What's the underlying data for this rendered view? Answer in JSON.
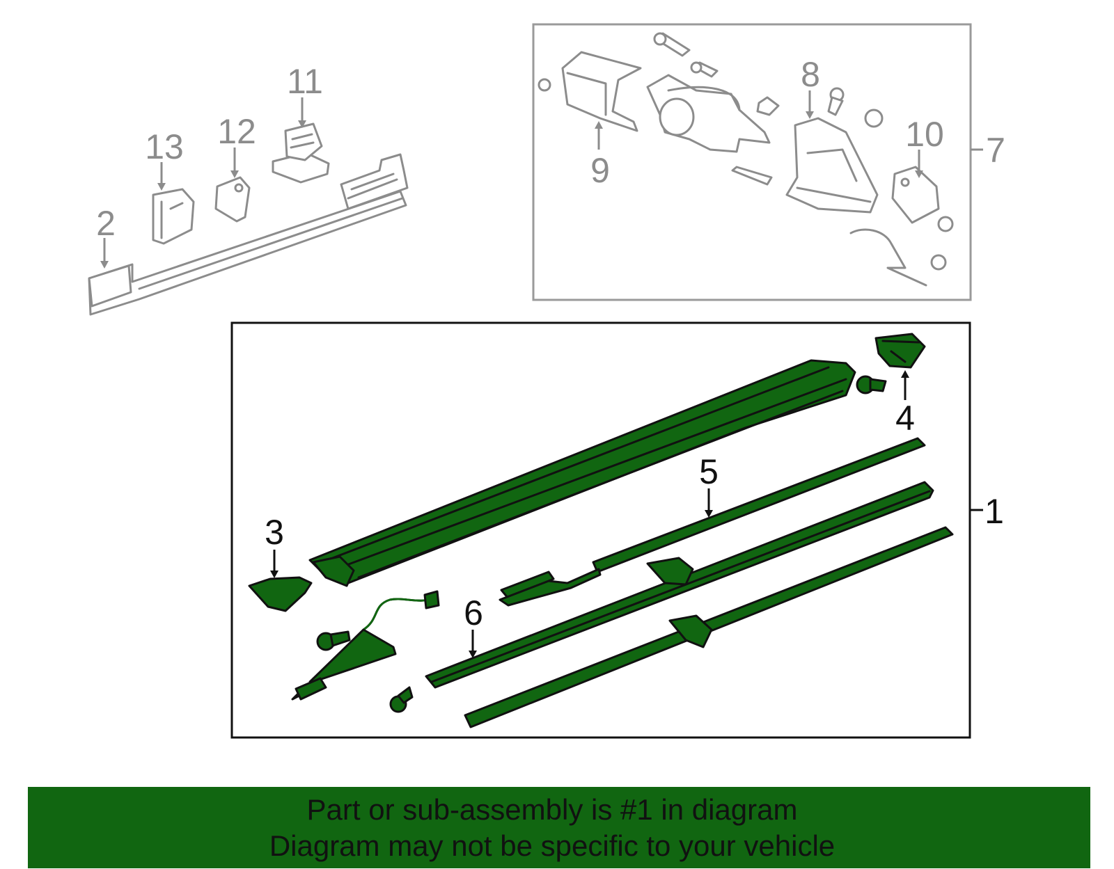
{
  "colors": {
    "highlight_green": "#116611",
    "gray_lines": "#8c8c8c",
    "black_lines": "#111111"
  },
  "callouts": {
    "c1": "1",
    "c2": "2",
    "c3": "3",
    "c4": "4",
    "c5": "5",
    "c6": "6",
    "c7": "7",
    "c8": "8",
    "c9": "9",
    "c10": "10",
    "c11": "11",
    "c12": "12",
    "c13": "13"
  },
  "banner": {
    "line1": "Part or sub-assembly is #1 in diagram",
    "line2": "Diagram may not be specific to your vehicle"
  }
}
